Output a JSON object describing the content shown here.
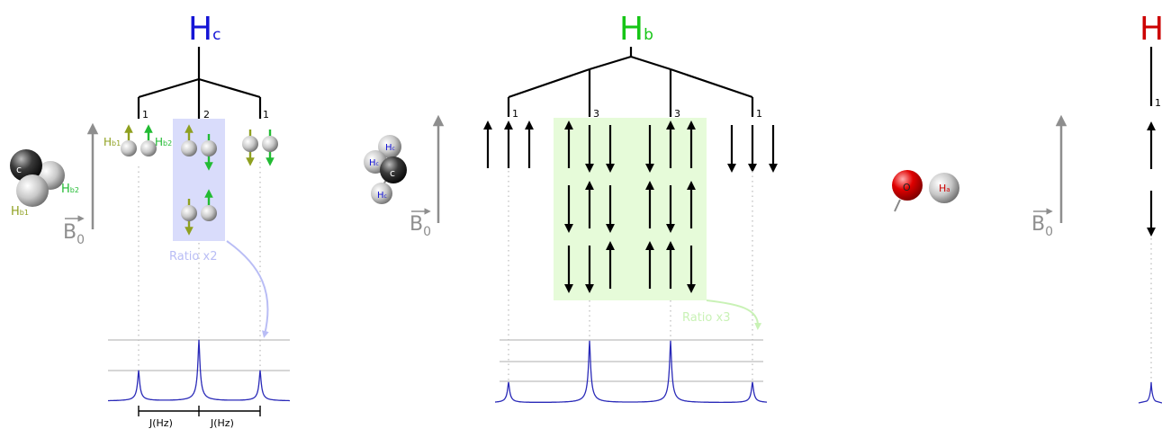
{
  "colors": {
    "hc": "#1515d6",
    "hb": "#16c516",
    "ha": "#cc0000",
    "hb1": "#8fa020",
    "hb2": "#22bb33",
    "spectrum": "#2a2ab8",
    "ratio2": "#b9bdf5",
    "ratio3": "#c9f2b6",
    "box_hc": "#d9dcfb",
    "box_hb": "#e6fbd9",
    "axis_gray": "#8e8e8e"
  },
  "panel_hc": {
    "title_main": "H",
    "title_sub": "c",
    "intensities": [
      "1",
      "2",
      "1"
    ],
    "label_hb1_a": "H",
    "label_hb1_b": "b1",
    "label_hb2_a": "H",
    "label_hb2_b": "b2",
    "molecule_c": "c",
    "molecule_hb2_a": "H",
    "molecule_hb2_b": "b2",
    "molecule_hb1_a": "H",
    "molecule_hb1_b": "b1",
    "field_label": "B",
    "field_sub": "0",
    "ratio_label": "Ratio x2",
    "j_label_left": "J(Hz)",
    "j_label_right": "J(Hz)",
    "spin_states": [
      [
        "up",
        "up"
      ],
      [
        "up",
        "down"
      ],
      [
        "down",
        "up"
      ],
      [
        "down",
        "down"
      ]
    ]
  },
  "panel_hb": {
    "title_main": "H",
    "title_sub": "b",
    "intensities": [
      "1",
      "3",
      "3",
      "1"
    ],
    "molecule_c": "c",
    "molecule_h": "H",
    "molecule_h_sub": "c",
    "field_label": "B",
    "field_sub": "0",
    "ratio_label": "Ratio x3",
    "spin_groups": [
      [
        [
          "up",
          "up",
          "up"
        ]
      ],
      [
        [
          "up",
          "down",
          "down"
        ],
        [
          "down",
          "up",
          "down"
        ],
        [
          "down",
          "down",
          "up"
        ]
      ],
      [
        [
          "down",
          "up",
          "up"
        ],
        [
          "up",
          "down",
          "up"
        ],
        [
          "up",
          "up",
          "down"
        ]
      ],
      [
        [
          "down",
          "down",
          "down"
        ]
      ]
    ]
  },
  "panel_ha": {
    "title_main": "H",
    "title_sub": "a",
    "intensities": [
      "1"
    ],
    "molecule_o": "O",
    "molecule_h": "H",
    "molecule_h_sub": "a",
    "field_label": "B",
    "field_sub": "0"
  }
}
